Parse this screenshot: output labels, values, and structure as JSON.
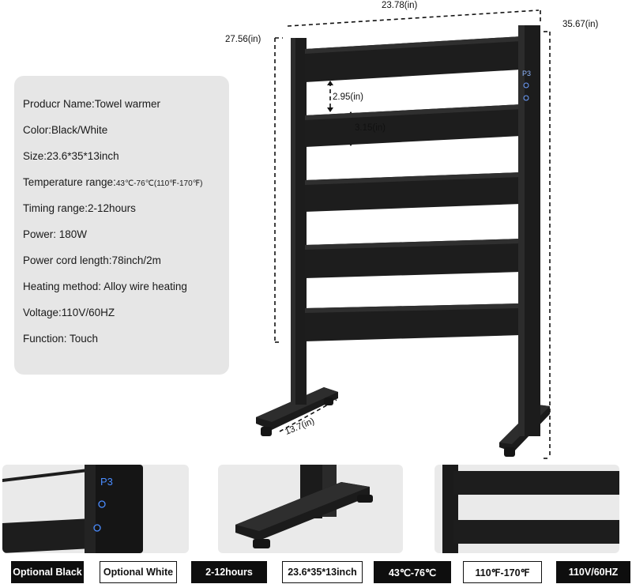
{
  "specs": [
    {
      "text": "Producr Name:Towel warmer"
    },
    {
      "text": "Color:Black/White"
    },
    {
      "text": "Size:23.6*35*13inch"
    },
    {
      "text": "Temperature range:",
      "small": "43℃-76℃(110℉-170℉)"
    },
    {
      "text": "Timing range:2-12hours"
    },
    {
      "text": "Power: 180W"
    },
    {
      "text": "Power cord length:78inch/2m"
    },
    {
      "text": "Heating method: Alloy wire heating"
    },
    {
      "text": "Voltage:110V/60HZ"
    },
    {
      "text": "Function: Touch"
    }
  ],
  "dimensions": {
    "width": "23.78(in)",
    "left_height": "27.56(in)",
    "right_height": "35.67(in)",
    "bar_gap": "2.95(in)",
    "bar_height": "3.15(in)",
    "depth": "13.7(in)"
  },
  "display_text": "P3",
  "tags": [
    {
      "label": "Optional Black",
      "style": "dark"
    },
    {
      "label": "Optional White",
      "style": "light"
    },
    {
      "label": "2-12hours",
      "style": "dark"
    },
    {
      "label": "23.6*35*13inch",
      "style": "light"
    },
    {
      "label": "43℃-76℃",
      "style": "dark"
    },
    {
      "label": "110℉-170℉",
      "style": "light"
    },
    {
      "label": "110V/60HZ",
      "style": "dark"
    }
  ],
  "colors": {
    "frame": "#1b1b1b",
    "panel": "#e6e6e6",
    "display_led": "#4a8cff"
  }
}
